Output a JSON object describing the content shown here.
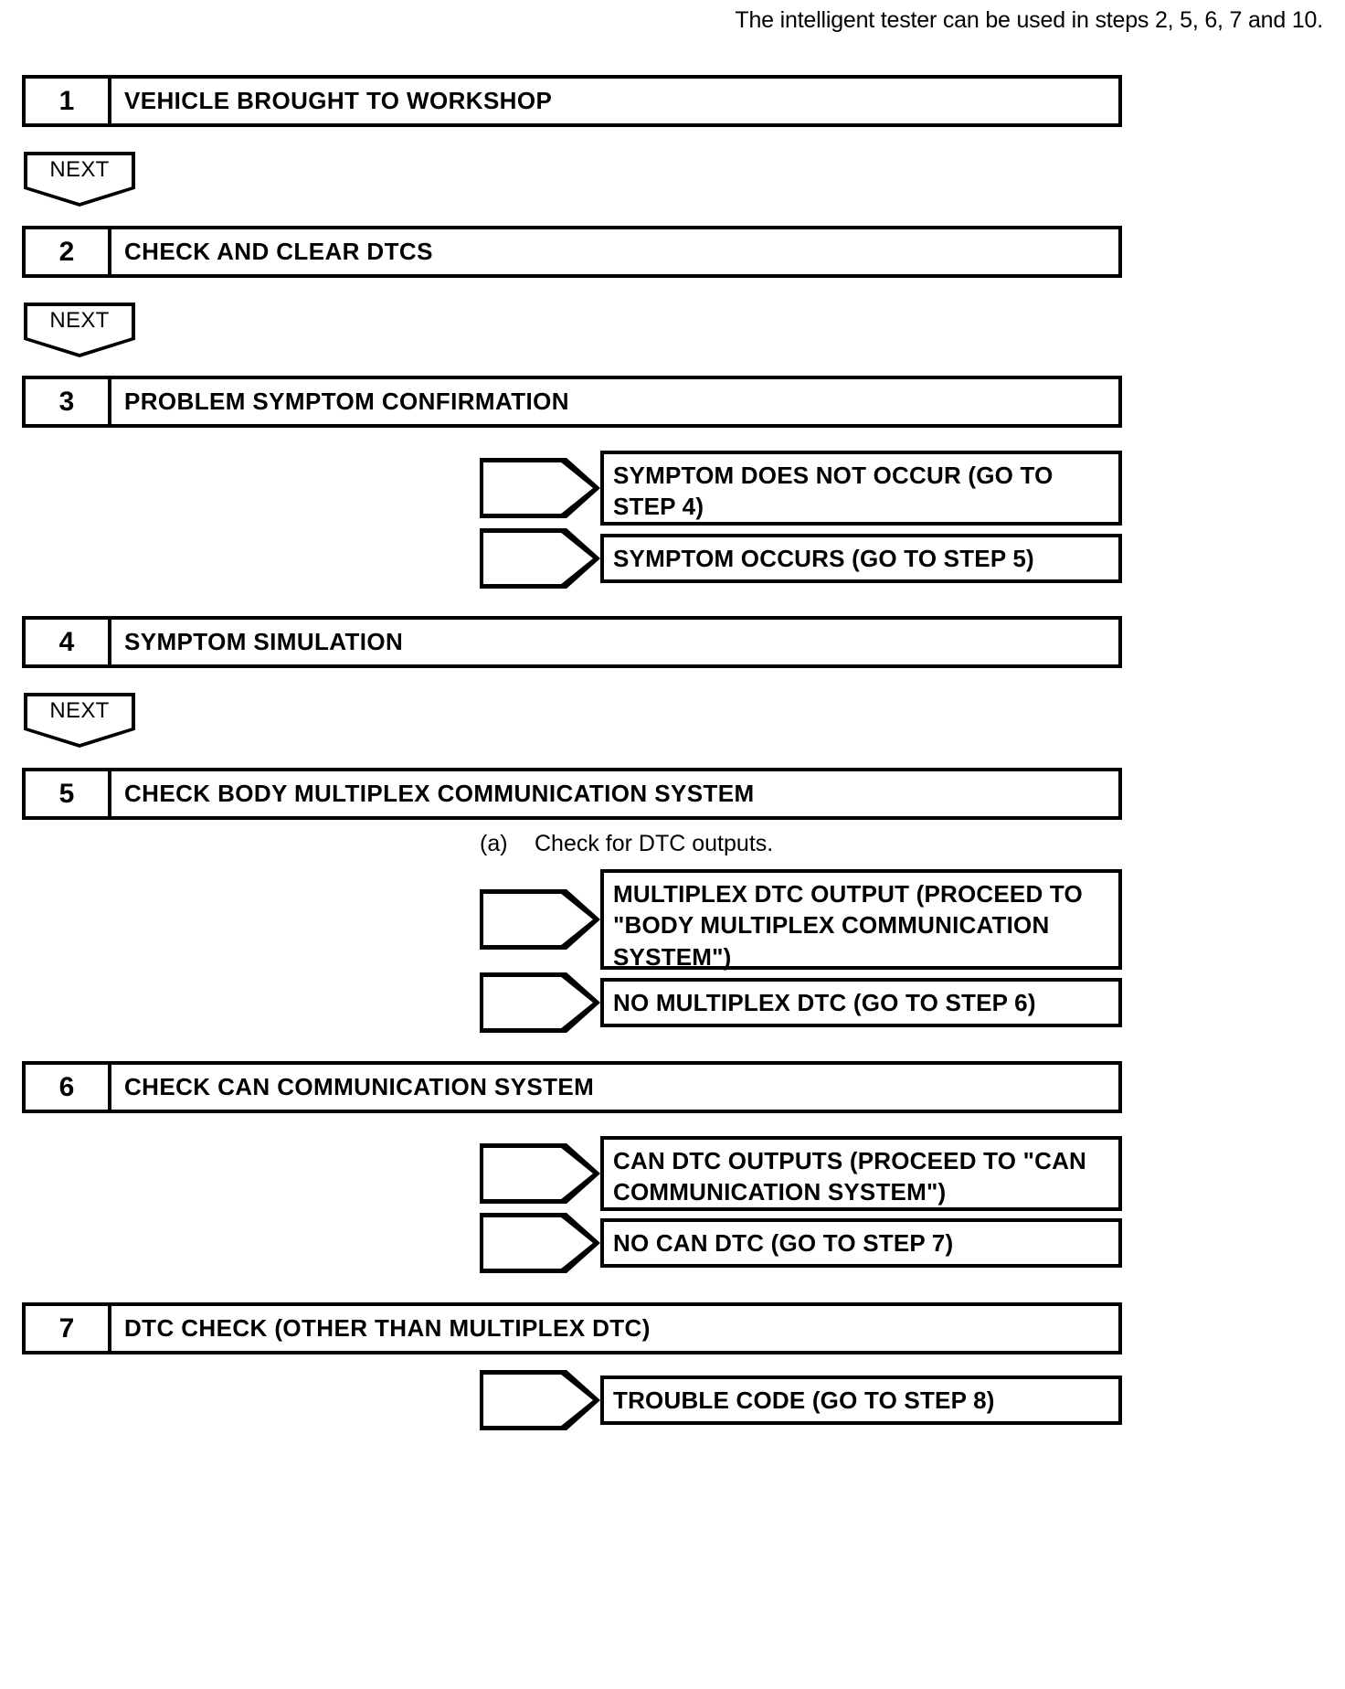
{
  "header": {
    "note": "The intelligent tester can be used in steps 2, 5, 6, 7 and 10."
  },
  "next_label": "NEXT",
  "steps": [
    {
      "number": "1",
      "title": "VEHICLE BROUGHT TO WORKSHOP"
    },
    {
      "number": "2",
      "title": "CHECK AND CLEAR DTCS"
    },
    {
      "number": "3",
      "title": "PROBLEM SYMPTOM CONFIRMATION"
    },
    {
      "number": "4",
      "title": "SYMPTOM SIMULATION"
    },
    {
      "number": "5",
      "title": "CHECK BODY MULTIPLEX COMMUNICATION SYSTEM"
    },
    {
      "number": "6",
      "title": "CHECK CAN COMMUNICATION SYSTEM"
    },
    {
      "number": "7",
      "title": "DTC CHECK (OTHER THAN MULTIPLEX DTC)"
    }
  ],
  "branches": [
    {
      "text": "SYMPTOM DOES NOT OCCUR (GO TO STEP 4)"
    },
    {
      "text": "SYMPTOM OCCURS (GO TO STEP 5)"
    },
    {
      "text": "MULTIPLEX DTC OUTPUT (PROCEED TO \"BODY MULTIPLEX COMMUNICATION SYSTEM\")"
    },
    {
      "text": "NO MULTIPLEX DTC (GO TO STEP 6)"
    },
    {
      "text": "CAN DTC OUTPUTS (PROCEED TO \"CAN COMMUNICATION SYSTEM\")"
    },
    {
      "text": "NO CAN DTC (GO TO STEP 7)"
    },
    {
      "text": "TROUBLE CODE (GO TO STEP 8)"
    }
  ],
  "sub_notes": [
    {
      "label": "(a)",
      "text": "Check for DTC outputs."
    }
  ]
}
